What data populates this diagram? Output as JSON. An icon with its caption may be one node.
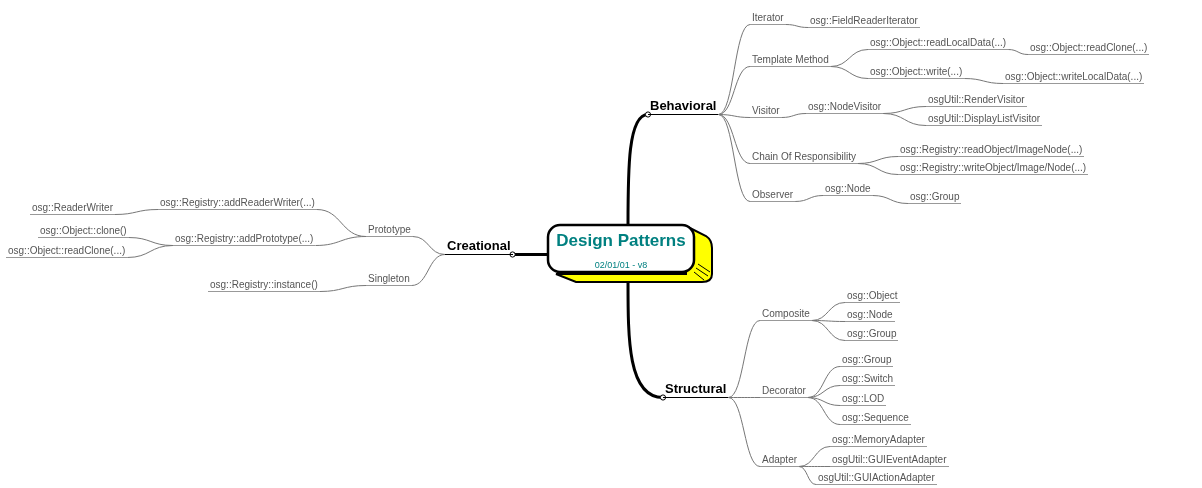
{
  "diagram": {
    "nodes": [
      {
        "text": [
          "Design Patterns",
          "02/01/01 - v8"
        ]
      },
      {
        "text": [
          "Behavioral"
        ]
      },
      {
        "text": [
          "Iterator"
        ]
      },
      {
        "text": [
          "osg::FieldReaderIterator"
        ]
      },
      {
        "text": [
          "Template Method"
        ]
      },
      {
        "text": [
          "osg::Object::readLocalData(...)"
        ]
      },
      {
        "text": [
          "osg::Object::readClone(...)"
        ]
      },
      {
        "text": [
          "osg::Object::write(...)"
        ]
      },
      {
        "text": [
          "osg::Object::writeLocalData(...)"
        ]
      },
      {
        "text": [
          "Visitor"
        ]
      },
      {
        "text": [
          "osg::NodeVisitor"
        ]
      },
      {
        "text": [
          "osgUtil::RenderVisitor"
        ]
      },
      {
        "text": [
          "osgUtil::DisplayListVisitor"
        ]
      },
      {
        "text": [
          "Chain Of Responsibility"
        ]
      },
      {
        "text": [
          "osg::Registry::readObject/ImageNode(...)"
        ]
      },
      {
        "text": [
          "osg::Registry::writeObject/Image/Node(...)"
        ]
      },
      {
        "text": [
          "Observer"
        ]
      },
      {
        "text": [
          "osg::Node"
        ]
      },
      {
        "text": [
          "osg::Group"
        ]
      },
      {
        "text": [
          "Creational"
        ]
      },
      {
        "text": [
          "Prototype"
        ]
      },
      {
        "text": [
          "osg::Registry::addReaderWriter(...)"
        ]
      },
      {
        "text": [
          "osg::ReaderWriter"
        ]
      },
      {
        "text": [
          "osg::Registry::addPrototype(...)"
        ]
      },
      {
        "text": [
          "osg::Object::clone()"
        ]
      },
      {
        "text": [
          "osg::Object::readClone(...)"
        ]
      },
      {
        "text": [
          "Singleton"
        ]
      },
      {
        "text": [
          "osg::Registry::instance()"
        ]
      },
      {
        "text": [
          "Structural"
        ]
      },
      {
        "text": [
          "Composite"
        ]
      },
      {
        "text": [
          "osg::Object"
        ]
      },
      {
        "text": [
          "osg::Node"
        ]
      },
      {
        "text": [
          "osg::Group"
        ]
      },
      {
        "text": [
          "Decorator"
        ]
      },
      {
        "text": [
          "osg::Group"
        ]
      },
      {
        "text": [
          "osg::Switch"
        ]
      },
      {
        "text": [
          "osg::LOD"
        ]
      },
      {
        "text": [
          "osg::Sequence"
        ]
      },
      {
        "text": [
          "Adapter"
        ]
      },
      {
        "text": [
          "osg::MemoryAdapter"
        ]
      },
      {
        "text": [
          "osgUtil::GUIEventAdapter"
        ]
      },
      {
        "text": [
          "osgUtil::GUIActionAdapter"
        ]
      }
    ],
    "edges": [
      {
        "from": 0,
        "to": 1,
        "arrow": "other",
        "style": "thick",
        "color": "#000000"
      },
      {
        "from": 1,
        "to": 2,
        "arrow": "none"
      },
      {
        "from": 2,
        "to": 3,
        "arrow": "none"
      },
      {
        "from": 1,
        "to": 4,
        "arrow": "none"
      },
      {
        "from": 4,
        "to": 5,
        "arrow": "none"
      },
      {
        "from": 5,
        "to": 6,
        "arrow": "none"
      },
      {
        "from": 4,
        "to": 7,
        "arrow": "none"
      },
      {
        "from": 7,
        "to": 8,
        "arrow": "none"
      },
      {
        "from": 1,
        "to": 9,
        "arrow": "none"
      },
      {
        "from": 9,
        "to": 10,
        "arrow": "none"
      },
      {
        "from": 10,
        "to": 11,
        "arrow": "none"
      },
      {
        "from": 10,
        "to": 12,
        "arrow": "none"
      },
      {
        "from": 1,
        "to": 13,
        "arrow": "none"
      },
      {
        "from": 13,
        "to": 14,
        "arrow": "none"
      },
      {
        "from": 13,
        "to": 15,
        "arrow": "none"
      },
      {
        "from": 1,
        "to": 16,
        "arrow": "none"
      },
      {
        "from": 16,
        "to": 17,
        "arrow": "none"
      },
      {
        "from": 17,
        "to": 18,
        "arrow": "none"
      },
      {
        "from": 0,
        "to": 19,
        "arrow": "other",
        "style": "thick",
        "color": "#000000"
      },
      {
        "from": 19,
        "to": 20,
        "arrow": "none"
      },
      {
        "from": 20,
        "to": 21,
        "arrow": "none"
      },
      {
        "from": 21,
        "to": 22,
        "arrow": "none"
      },
      {
        "from": 20,
        "to": 23,
        "arrow": "none"
      },
      {
        "from": 23,
        "to": 24,
        "arrow": "none"
      },
      {
        "from": 23,
        "to": 25,
        "arrow": "none"
      },
      {
        "from": 19,
        "to": 26,
        "arrow": "none"
      },
      {
        "from": 26,
        "to": 27,
        "arrow": "none"
      },
      {
        "from": 0,
        "to": 28,
        "arrow": "other",
        "style": "thick",
        "color": "#000000"
      },
      {
        "from": 28,
        "to": 29,
        "arrow": "none"
      },
      {
        "from": 29,
        "to": 30,
        "arrow": "none"
      },
      {
        "from": 29,
        "to": 31,
        "arrow": "none"
      },
      {
        "from": 29,
        "to": 32,
        "arrow": "none"
      },
      {
        "from": 28,
        "to": 33,
        "arrow": "none"
      },
      {
        "from": 33,
        "to": 34,
        "arrow": "none"
      },
      {
        "from": 33,
        "to": 35,
        "arrow": "none"
      },
      {
        "from": 33,
        "to": 36,
        "arrow": "none"
      },
      {
        "from": 33,
        "to": 37,
        "arrow": "none"
      },
      {
        "from": 28,
        "to": 38,
        "arrow": "none"
      },
      {
        "from": 38,
        "to": 39,
        "arrow": "none"
      },
      {
        "from": 38,
        "to": 40,
        "arrow": "none"
      },
      {
        "from": 38,
        "to": 41,
        "arrow": "none"
      }
    ]
  }
}
